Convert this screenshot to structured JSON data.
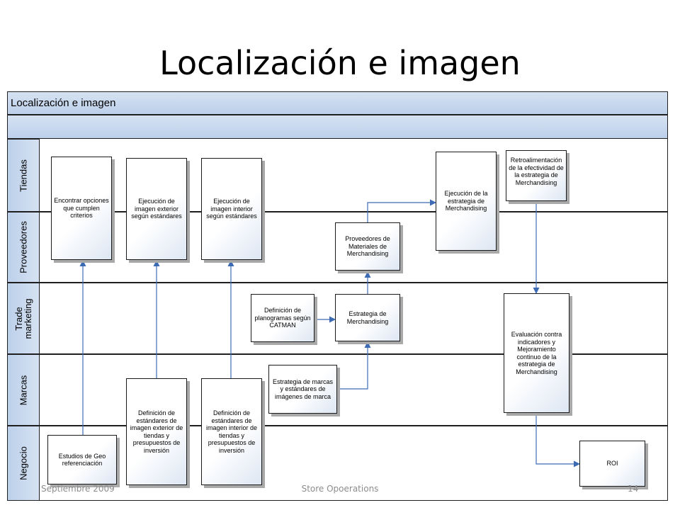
{
  "slide": {
    "title": "Localización e imagen"
  },
  "pool": {
    "title": "Localización e imagen"
  },
  "lanes": [
    "Tiendas",
    "Proveedores",
    "Trade marketing",
    "Marcas",
    "Negocio"
  ],
  "boxes": {
    "encontrar": "Encontrar opciones que cumplen criterios",
    "ejec_exterior": "Ejecución de imagen exterior según estándares",
    "ejec_interior": "Ejecución de imagen interior según estándares",
    "ejec_merch": "Ejecución de la estrategia de Merchandising",
    "retro": "Retroalimentación de la efectividad de la estrategia de Merchandising",
    "prov_materiales": "Proveedores de Materiales de Merchandising",
    "def_planogramas": "Definición de planogramas según CATMAN",
    "estrategia_merch": "Estrategia de Merchandising",
    "evaluacion": "Evaluación contra indicadores y Mejoramiento continuo de la estrategia de Merchandising",
    "estrategia_marcas": "Estrategia de marcas y estándares de imágenes de marca",
    "def_exterior": "Definición de estándares de imagen exterior de tiendas y presupuestos de inversión",
    "def_interior": "Definición de estándares de imagen interior de tiendas y presupuestos de inversión",
    "estudios_geo": "Estudios de Geo referenciación",
    "roi": "ROI"
  },
  "footer": {
    "left": "Septiembre 2009",
    "center": "Store Opoerations",
    "right": "14"
  }
}
